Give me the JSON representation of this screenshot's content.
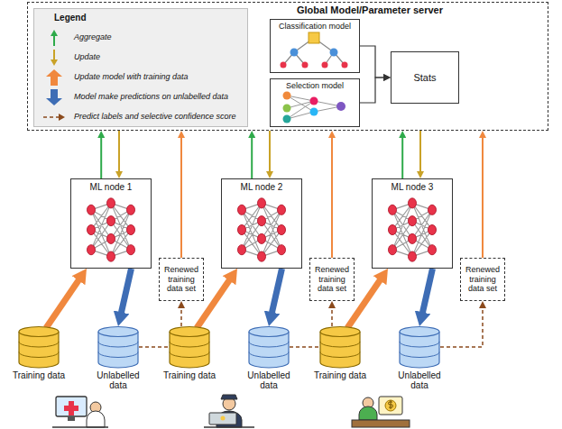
{
  "diagram": {
    "nodes": [
      {
        "text": [
          "Global Model/Parameter server"
        ]
      },
      {
        "text": [
          "Legend"
        ],
        "in": 0
      },
      {
        "text": [
          "Classification model"
        ],
        "in": 0
      },
      {
        "text": [
          "Selection model"
        ],
        "in": 0
      },
      {
        "text": [
          "Stats"
        ],
        "in": 0
      },
      {
        "text": [
          "ML node 1"
        ]
      },
      {
        "text": [
          "Renewed training data set"
        ]
      },
      {
        "text": [
          "ML node 2"
        ]
      },
      {
        "text": [
          "Renewed training data set"
        ]
      },
      {
        "text": [
          "ML node 3"
        ]
      },
      {
        "text": [
          "Renewed training data set"
        ]
      },
      {
        "text": [
          "Training data"
        ]
      },
      {
        "text": [
          "Unlabelled data"
        ]
      },
      {
        "text": [
          "Training data"
        ]
      },
      {
        "text": [
          "Unlabelled data"
        ]
      },
      {
        "text": [
          "Training data"
        ]
      },
      {
        "text": [
          "Unlabelled data"
        ]
      }
    ],
    "edges": [
      {
        "from": 2,
        "to": 4,
        "arrow": "to"
      },
      {
        "from": 3,
        "to": 4,
        "arrow": "to"
      },
      {
        "from": 5,
        "to": 0,
        "arrow": "to"
      },
      {
        "from": 0,
        "to": 5,
        "arrow": "to"
      },
      {
        "from": 6,
        "to": 0,
        "arrow": "to"
      },
      {
        "from": 11,
        "to": 5,
        "arrow": "to"
      },
      {
        "from": 5,
        "to": 12,
        "arrow": "to"
      },
      {
        "from": 12,
        "to": 6,
        "arrow": "to"
      },
      {
        "from": 7,
        "to": 0,
        "arrow": "to"
      },
      {
        "from": 0,
        "to": 7,
        "arrow": "to"
      },
      {
        "from": 8,
        "to": 0,
        "arrow": "to"
      },
      {
        "from": 13,
        "to": 7,
        "arrow": "to"
      },
      {
        "from": 7,
        "to": 14,
        "arrow": "to"
      },
      {
        "from": 14,
        "to": 8,
        "arrow": "to"
      },
      {
        "from": 9,
        "to": 0,
        "arrow": "to"
      },
      {
        "from": 0,
        "to": 9,
        "arrow": "to"
      },
      {
        "from": 10,
        "to": 0,
        "arrow": "to"
      },
      {
        "from": 15,
        "to": 9,
        "arrow": "to"
      },
      {
        "from": 9,
        "to": 16,
        "arrow": "to"
      },
      {
        "from": 16,
        "to": 10,
        "arrow": "to"
      }
    ],
    "legend": [
      {
        "text": "Aggregate"
      },
      {
        "text": "Update"
      },
      {
        "text": "Update model with training data"
      },
      {
        "text": "Model make predictions on unlabelled data"
      },
      {
        "text": "Predict labels and selective confidence score"
      }
    ]
  }
}
